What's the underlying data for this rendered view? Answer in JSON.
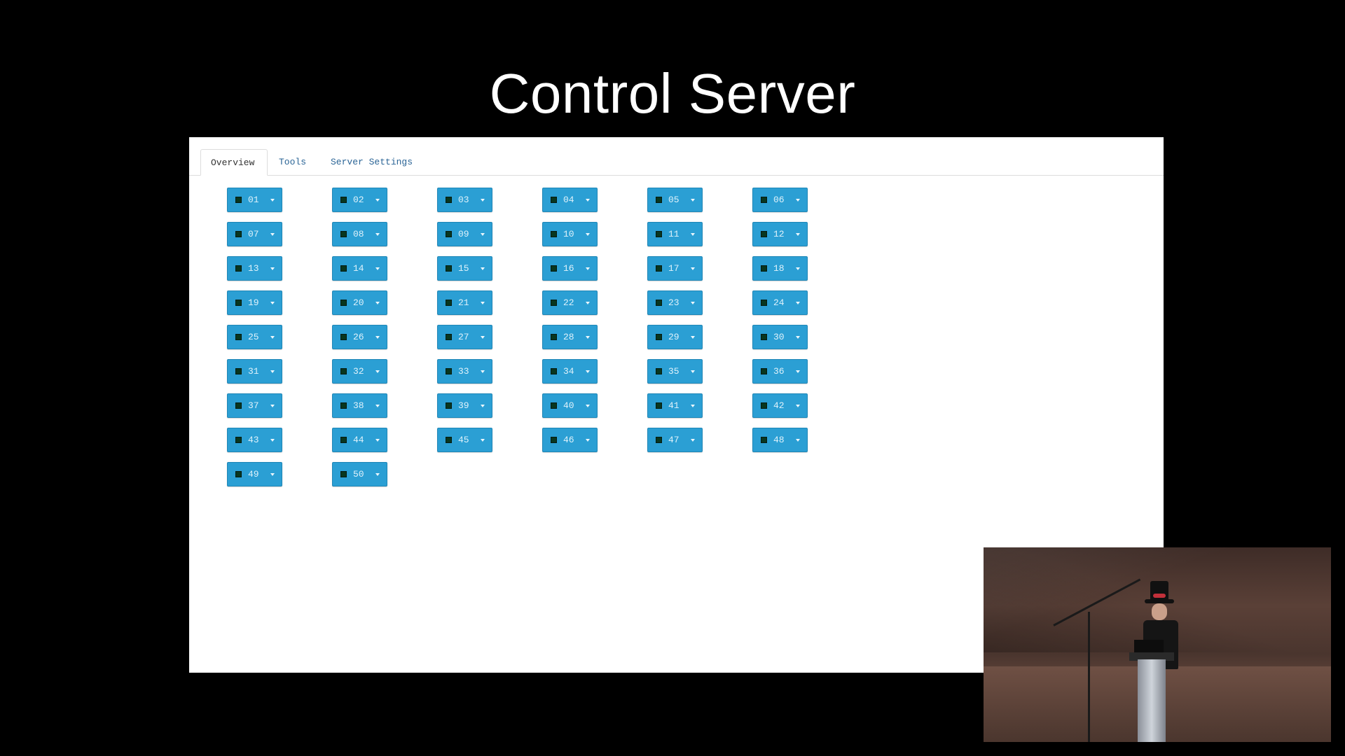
{
  "slide": {
    "title": "Control Server"
  },
  "tabs": [
    {
      "label": "Overview",
      "active": true
    },
    {
      "label": "Tools",
      "active": false
    },
    {
      "label": "Server Settings",
      "active": false
    }
  ],
  "servers": [
    "01",
    "02",
    "03",
    "04",
    "05",
    "06",
    "07",
    "08",
    "09",
    "10",
    "11",
    "12",
    "13",
    "14",
    "15",
    "16",
    "17",
    "18",
    "19",
    "20",
    "21",
    "22",
    "23",
    "24",
    "25",
    "26",
    "27",
    "28",
    "29",
    "30",
    "31",
    "32",
    "33",
    "34",
    "35",
    "36",
    "37",
    "38",
    "39",
    "40",
    "41",
    "42",
    "43",
    "44",
    "45",
    "46",
    "47",
    "48",
    "49",
    "50"
  ],
  "colors": {
    "button": "#2b9fd4",
    "status_indicator": "#08361f",
    "tab_link": "#2a6496",
    "background": "#000000"
  },
  "icons": {
    "status": "square-status-icon",
    "dropdown": "caret-down-icon"
  }
}
